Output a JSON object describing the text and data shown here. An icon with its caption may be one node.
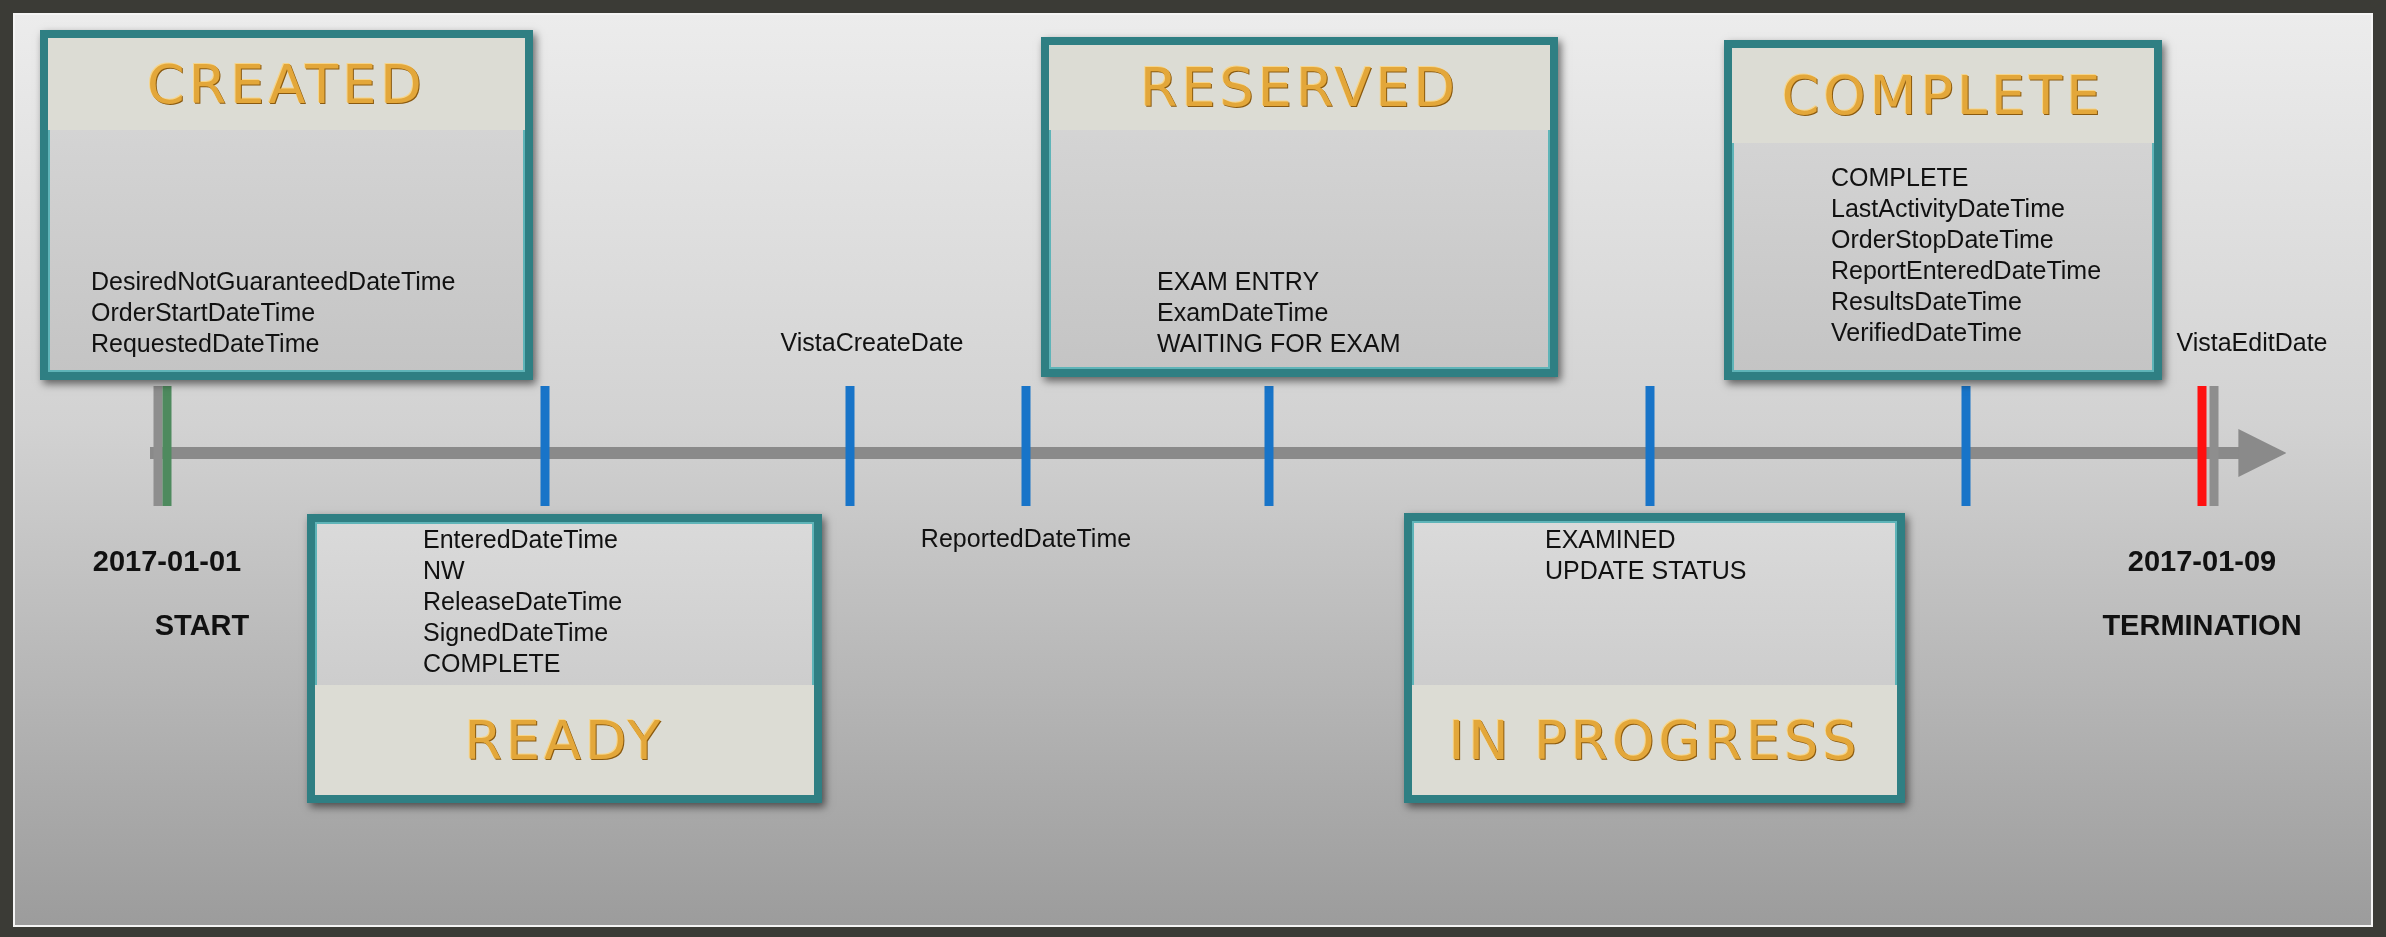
{
  "diagram": {
    "nodes": [
      {
        "text": [
          "CREATED",
          "DesiredNotGuaranteedDateTime",
          "OrderStartDateTime",
          "RequestedDateTime"
        ]
      },
      {
        "text": [
          "RESERVED",
          "EXAM ENTRY",
          "ExamDateTime",
          "WAITING FOR EXAM"
        ]
      },
      {
        "text": [
          "COMPLETE",
          "COMPLETE",
          "LastActivityDateTime",
          "OrderStopDateTime",
          "ReportEnteredDateTime",
          "ResultsDateTime",
          "VerifiedDateTime"
        ]
      },
      {
        "text": [
          "EnteredDateTime",
          "NW",
          "ReleaseDateTime",
          "SignedDateTime",
          "COMPLETE",
          "READY"
        ]
      },
      {
        "text": [
          "EXAMINED",
          "UPDATE STATUS",
          "IN PROGRESS"
        ]
      }
    ],
    "labels": [
      "VistaCreateDate",
      "VistaEditDate",
      "2017-01-01",
      "ReportedDateTime",
      "2017-01-09",
      "START",
      "TERMINATION"
    ]
  }
}
